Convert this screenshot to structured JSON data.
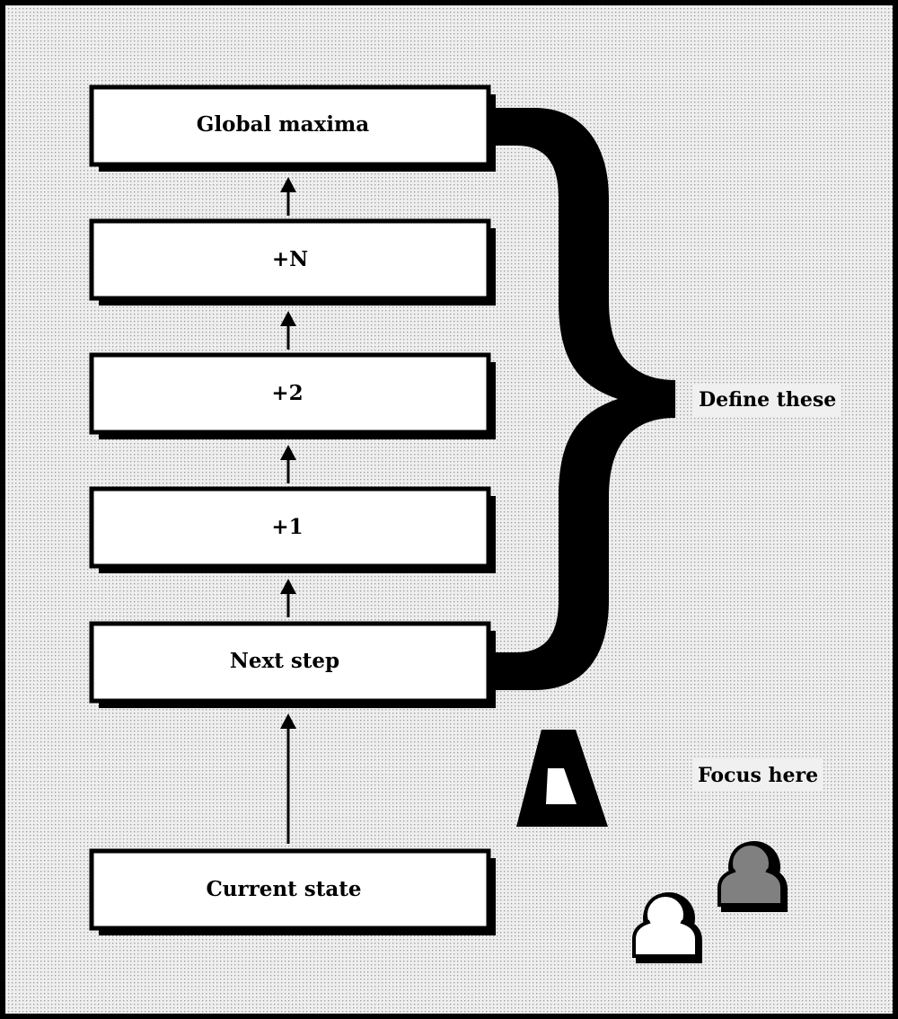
{
  "colors": {
    "background": "#eeeeee",
    "dots": "#9a9a9a",
    "box_fill": "#ffffff",
    "stroke": "#000000",
    "label_bg": "#f0f0f0",
    "person_front": "#ffffff",
    "person_back": "#808080"
  },
  "steps": [
    {
      "label": "Global maxima"
    },
    {
      "label": "+N"
    },
    {
      "label": "+2"
    },
    {
      "label": "+1"
    },
    {
      "label": "Next step"
    },
    {
      "label": "Current state"
    }
  ],
  "annotations": {
    "brace_label": "Define these",
    "delta_label": "Focus here"
  },
  "icons": [
    "delta-icon",
    "person-icon-front",
    "person-icon-back",
    "curly-brace"
  ]
}
